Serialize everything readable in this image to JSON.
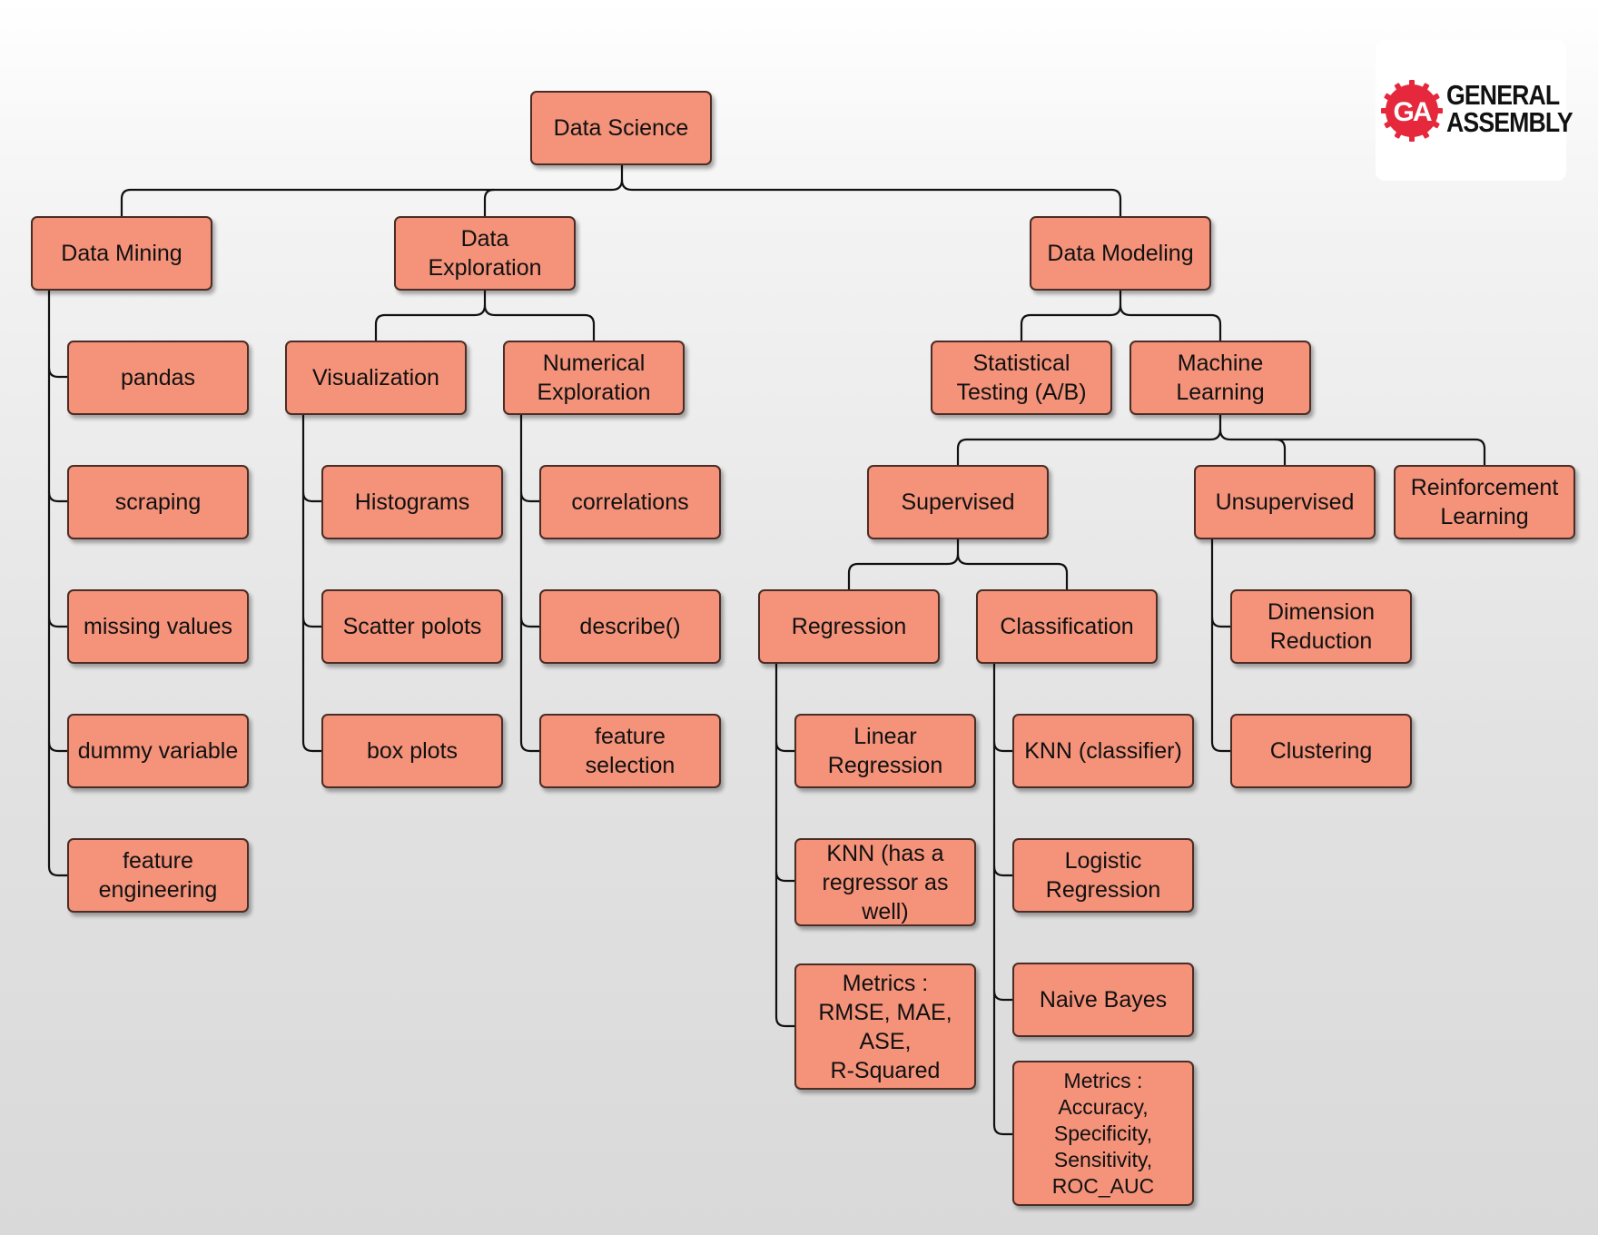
{
  "brand": {
    "badge_text": "GA",
    "line1": "GENERAL",
    "line2": "ASSEMBLY",
    "color": "#e5283c"
  },
  "colors": {
    "node_fill": "#f4927a",
    "node_border": "#4a2d25",
    "connector": "#111111"
  },
  "diagram": {
    "nodes": [
      {
        "id": "data-science",
        "label": "Data Science"
      },
      {
        "id": "data-mining",
        "label": "Data Mining"
      },
      {
        "id": "data-exploration",
        "label": "Data\nExploration"
      },
      {
        "id": "data-modeling",
        "label": "Data Modeling"
      },
      {
        "id": "pandas",
        "label": "pandas"
      },
      {
        "id": "scraping",
        "label": "scraping"
      },
      {
        "id": "missing-values",
        "label": "missing values"
      },
      {
        "id": "dummy-variable",
        "label": "dummy variable"
      },
      {
        "id": "feature-engineering",
        "label": "feature\nengineering"
      },
      {
        "id": "visualization",
        "label": "Visualization"
      },
      {
        "id": "numerical-exploration",
        "label": "Numerical\nExploration"
      },
      {
        "id": "histograms",
        "label": "Histograms"
      },
      {
        "id": "scatter-polots",
        "label": "Scatter polots"
      },
      {
        "id": "box-plots",
        "label": "box plots"
      },
      {
        "id": "correlations",
        "label": "correlations"
      },
      {
        "id": "describe",
        "label": "describe()"
      },
      {
        "id": "feature-selection",
        "label": "feature\nselection"
      },
      {
        "id": "statistical-testing",
        "label": "Statistical\nTesting (A/B)"
      },
      {
        "id": "machine-learning",
        "label": "Machine\nLearning"
      },
      {
        "id": "supervised",
        "label": "Supervised"
      },
      {
        "id": "unsupervised",
        "label": "Unsupervised"
      },
      {
        "id": "reinforcement-learning",
        "label": "Reinforcement\nLearning"
      },
      {
        "id": "regression",
        "label": "Regression"
      },
      {
        "id": "classification",
        "label": "Classification"
      },
      {
        "id": "linear-regression",
        "label": "Linear\nRegression"
      },
      {
        "id": "knn-regressor",
        "label": "KNN (has a\nregressor as\nwell)"
      },
      {
        "id": "regression-metrics",
        "label": "Metrics :\nRMSE, MAE,\nASE,\nR-Squared"
      },
      {
        "id": "knn-classifier",
        "label": "KNN (classifier)"
      },
      {
        "id": "logistic-regression",
        "label": "Logistic\nRegression"
      },
      {
        "id": "naive-bayes",
        "label": "Naive Bayes"
      },
      {
        "id": "classification-metrics",
        "label": "Metrics :\nAccuracy,\nSpecificity,\nSensitivity,\nROC_AUC"
      },
      {
        "id": "dimension-reduction",
        "label": "Dimension\nReduction"
      },
      {
        "id": "clustering",
        "label": "Clustering"
      }
    ]
  }
}
